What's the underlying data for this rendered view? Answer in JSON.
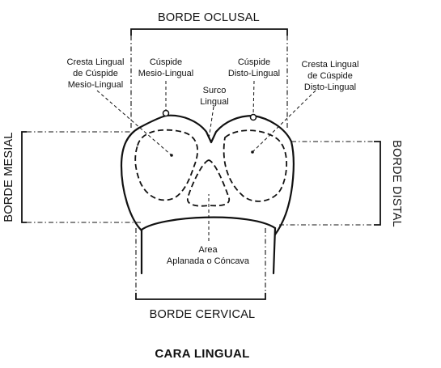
{
  "borders": {
    "occlusal": "BORDE OCLUSAL",
    "cervical": "BORDE CERVICAL",
    "mesial": "BORDE MESIAL",
    "distal": "BORDE DISTAL"
  },
  "annotations": {
    "ridge_mesio": [
      "Cresta Lingual",
      "de Cúspide",
      "Mesio-Lingual"
    ],
    "cusp_mesio": [
      "Cúspide",
      "Mesio-Lingual"
    ],
    "groove": [
      "Surco",
      "Lingual"
    ],
    "cusp_disto": [
      "Cúspide",
      "Disto-Lingual"
    ],
    "ridge_disto": [
      "Cresta Lingual",
      "de Cúspide",
      "Disto-Lingual"
    ],
    "area": [
      "Area",
      "Aplanada o Cóncava"
    ]
  },
  "caption": "CARA LINGUAL"
}
